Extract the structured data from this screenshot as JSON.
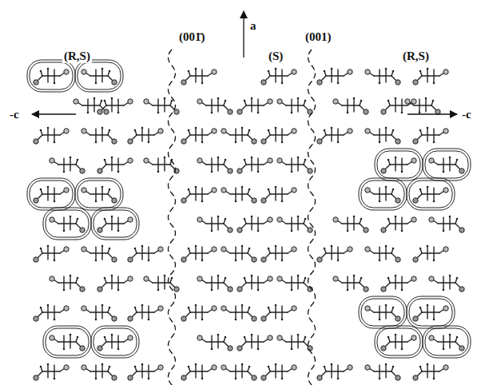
{
  "diagram": {
    "labels": [
      "(R,S)",
      "(001̄)",
      "(S)",
      "(001)",
      "(R,S)",
      "a",
      "-c",
      "-c"
    ]
  }
}
